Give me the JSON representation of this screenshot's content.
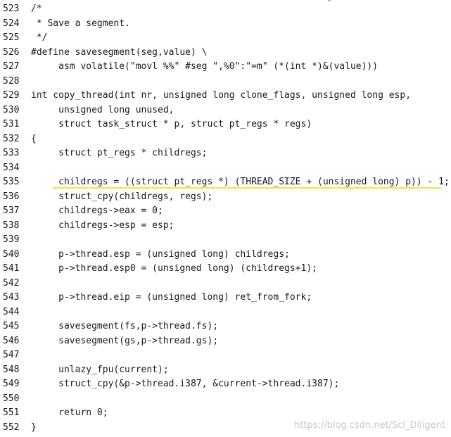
{
  "code": {
    "lines": [
      {
        "num": "523",
        "text": "/*"
      },
      {
        "num": "524",
        "text": " * Save a segment."
      },
      {
        "num": "525",
        "text": " */"
      },
      {
        "num": "526",
        "text": "#define savesegment(seg,value) \\"
      },
      {
        "num": "527",
        "text": "     asm volatile(\"movl %%\" #seg \",%0\":\"=m\" (*(int *)&(value)))"
      },
      {
        "num": "528",
        "text": ""
      },
      {
        "num": "529",
        "text": "int copy_thread(int nr, unsigned long clone_flags, unsigned long esp,"
      },
      {
        "num": "530",
        "text": "     unsigned long unused,"
      },
      {
        "num": "531",
        "text": "     struct task_struct * p, struct pt_regs * regs)"
      },
      {
        "num": "532",
        "text": "{"
      },
      {
        "num": "533",
        "text": "     struct pt_regs * childregs;"
      },
      {
        "num": "534",
        "text": ""
      },
      {
        "num": "535",
        "text": "     childregs = ((struct pt_regs *) (THREAD_SIZE + (unsigned long) p)) - 1;"
      },
      {
        "num": "536",
        "text": "     struct_cpy(childregs, regs);"
      },
      {
        "num": "537",
        "text": "     childregs->eax = 0;"
      },
      {
        "num": "538",
        "text": "     childregs->esp = esp;"
      },
      {
        "num": "539",
        "text": ""
      },
      {
        "num": "540",
        "text": "     p->thread.esp = (unsigned long) childregs;"
      },
      {
        "num": "541",
        "text": "     p->thread.esp0 = (unsigned long) (childregs+1);"
      },
      {
        "num": "542",
        "text": ""
      },
      {
        "num": "543",
        "text": "     p->thread.eip = (unsigned long) ret_from_fork;"
      },
      {
        "num": "544",
        "text": ""
      },
      {
        "num": "545",
        "text": "     savesegment(fs,p->thread.fs);"
      },
      {
        "num": "546",
        "text": "     savesegment(gs,p->thread.gs);"
      },
      {
        "num": "547",
        "text": ""
      },
      {
        "num": "548",
        "text": "     unlazy_fpu(current);"
      },
      {
        "num": "549",
        "text": "     struct_cpy(&p->thread.i387, &current->thread.i387);"
      },
      {
        "num": "550",
        "text": ""
      },
      {
        "num": "551",
        "text": "     return 0;"
      },
      {
        "num": "552",
        "text": "}"
      }
    ]
  },
  "watermark": "https://blog.csdn.net/Scl_Diligent",
  "colors": {
    "highlight": "#f2e34a",
    "text": "#1a1a1a",
    "watermark": "#c8c8c8"
  }
}
